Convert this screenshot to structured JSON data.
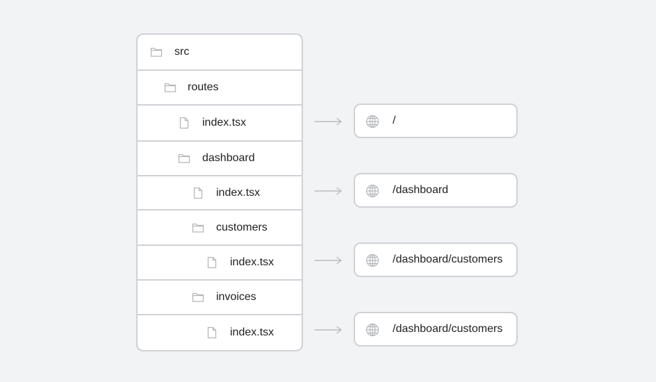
{
  "tree": {
    "items": [
      {
        "icon": "folder-icon",
        "label": "src"
      },
      {
        "icon": "folder-icon",
        "label": "routes"
      },
      {
        "icon": "file-icon",
        "label": "index.tsx"
      },
      {
        "icon": "folder-icon",
        "label": "dashboard"
      },
      {
        "icon": "file-icon",
        "label": "index.tsx"
      },
      {
        "icon": "folder-icon",
        "label": "customers"
      },
      {
        "icon": "file-icon",
        "label": "index.tsx"
      },
      {
        "icon": "folder-icon",
        "label": "invoices"
      },
      {
        "icon": "file-icon",
        "label": "index.tsx"
      }
    ]
  },
  "routes": [
    {
      "icon": "globe-icon",
      "path": "/"
    },
    {
      "icon": "globe-icon",
      "path": "/dashboard"
    },
    {
      "icon": "globe-icon",
      "path": "/dashboard/customers"
    },
    {
      "icon": "globe-icon",
      "path": "/dashboard/customers"
    }
  ],
  "colors": {
    "background": "#f2f3f5",
    "border": "#cfd1d5",
    "icon": "#b5b7bb",
    "arrow": "#b9bbbf",
    "text": "#1f1f1f"
  }
}
